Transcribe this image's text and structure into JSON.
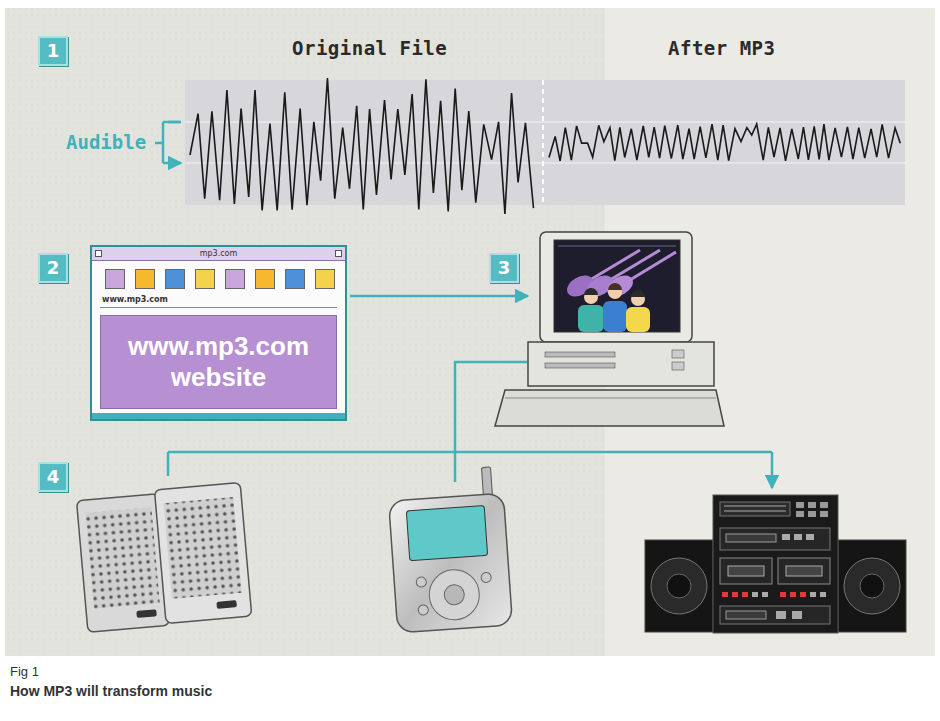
{
  "diagram": {
    "caption": "How MP3 will transform music",
    "nodes": [
      {
        "text": [
          "mp3.com",
          "www.mp3.com",
          "www.mp3.com website"
        ]
      }
    ],
    "labels": [
      "1",
      "Original File",
      "After MP3",
      "Audible",
      "2",
      "3",
      "4",
      "Fig 1"
    ]
  }
}
